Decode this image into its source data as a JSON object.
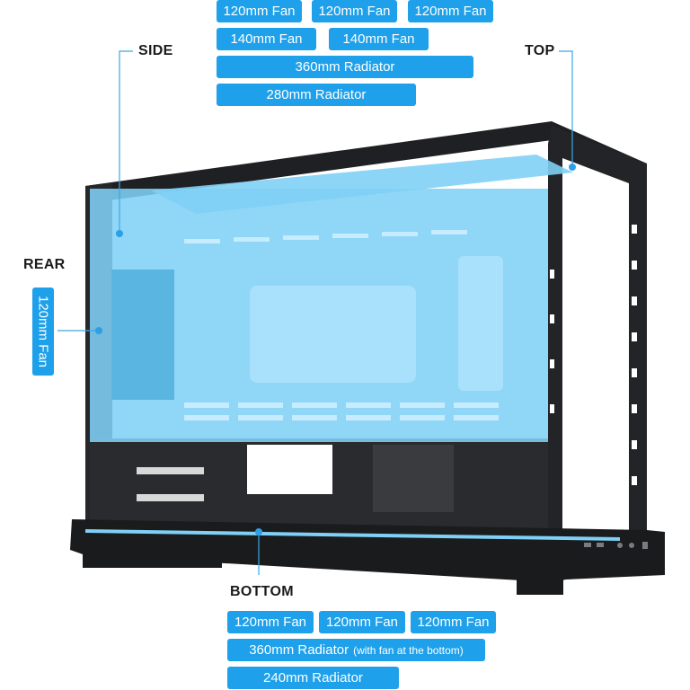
{
  "labels": {
    "side": "SIDE",
    "top": "TOP",
    "rear": "REAR",
    "bottom": "BOTTOM"
  },
  "top_options": {
    "fan_120_a": "120mm Fan",
    "fan_120_b": "120mm Fan",
    "fan_120_c": "120mm Fan",
    "fan_140_a": "140mm Fan",
    "fan_140_b": "140mm Fan",
    "radiator_360": "360mm Radiator",
    "radiator_280": "280mm Radiator"
  },
  "rear_options": {
    "fan_120": "120mm Fan"
  },
  "bottom_options": {
    "fan_120_a": "120mm Fan",
    "fan_120_b": "120mm Fan",
    "fan_120_c": "120mm Fan",
    "radiator_360": "360mm Radiator",
    "radiator_360_note": "(with fan at the bottom)",
    "radiator_240": "240mm Radiator"
  },
  "colors": {
    "accent": "#1ea0ea",
    "highlight": "#7fd0f6",
    "case_dark": "#1f2023"
  }
}
